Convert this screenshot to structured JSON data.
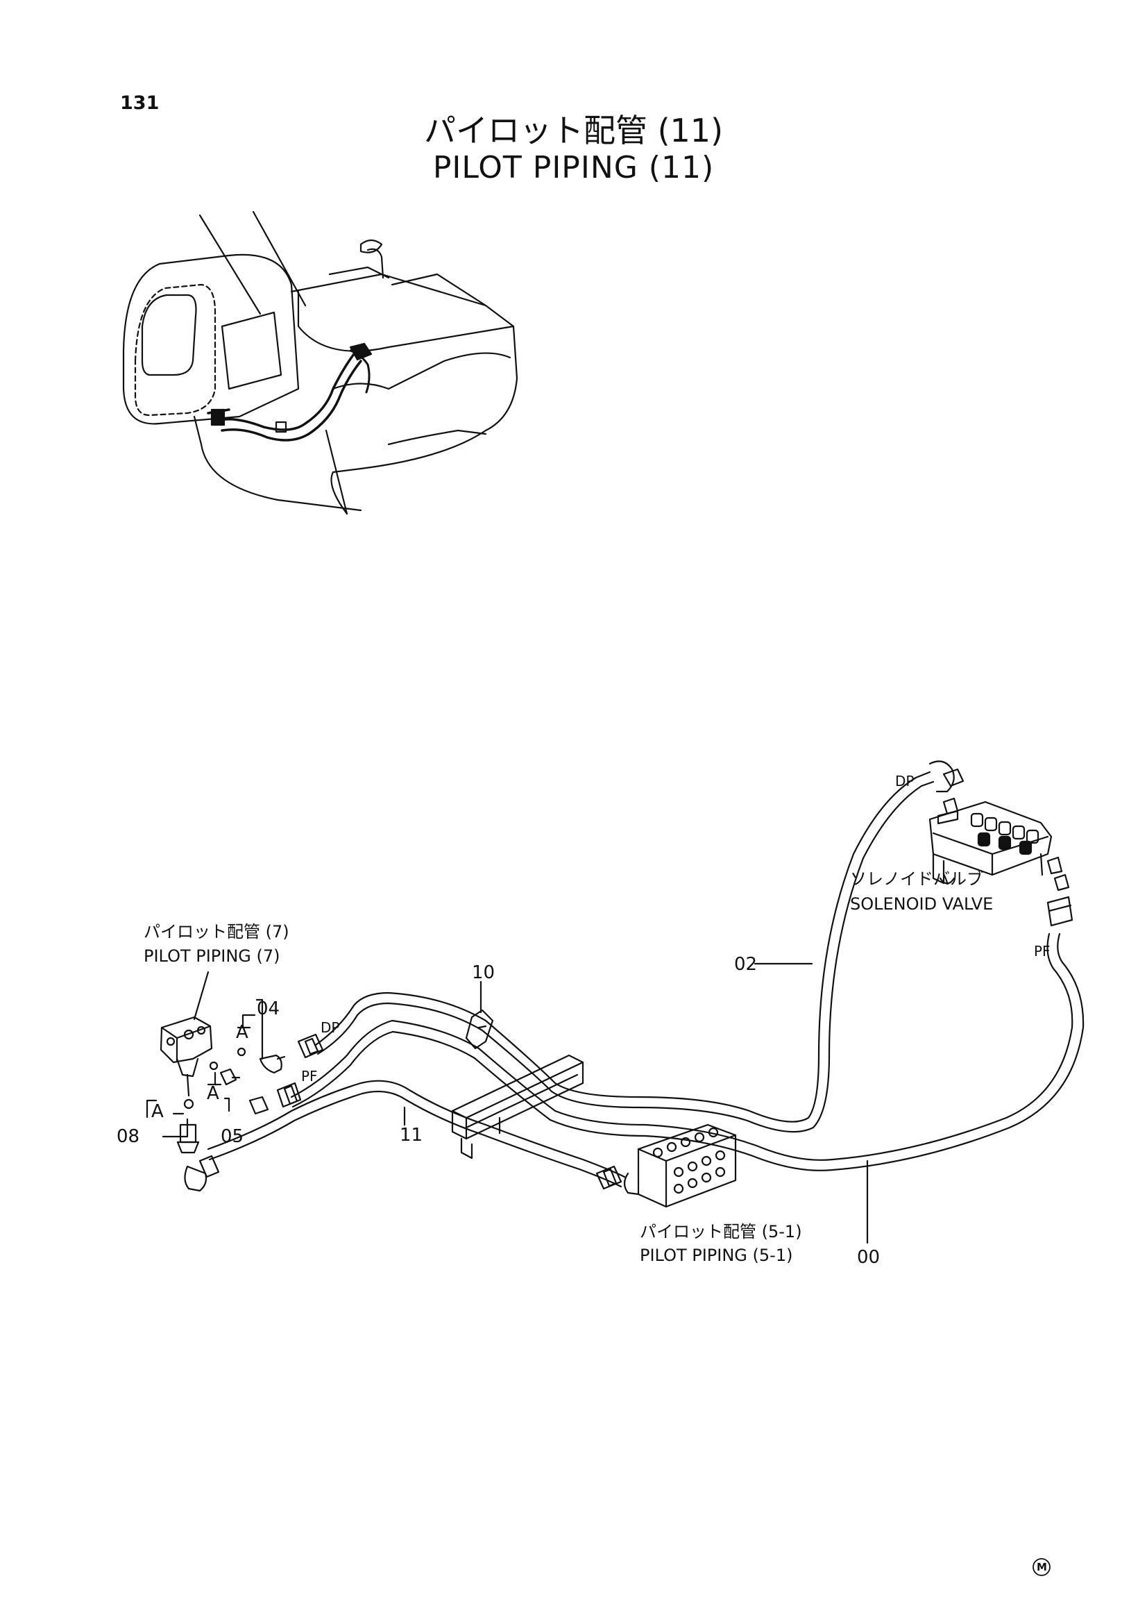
{
  "page": {
    "number": "131",
    "title_jp": "パイロット配管 (11)",
    "title_en": "PILOT PIPING (11)"
  },
  "labels": {
    "pilot_piping_7_jp": "パイロット配管 (7)",
    "pilot_piping_7_en": "PILOT PIPING (7)",
    "pilot_piping_5_1_jp": "パイロット配管 (5-1)",
    "pilot_piping_5_1_en": "PILOT PIPING (5-1)",
    "solenoid_valve_jp": "ソレノイドバルブ",
    "solenoid_valve_en": "SOLENOID VALVE"
  },
  "part_numbers": {
    "p00": "00",
    "p02": "02",
    "p04": "04",
    "p05": "05",
    "p08": "08",
    "p10": "10",
    "p11": "11"
  },
  "ports": {
    "dp_top": "DP",
    "pf_right": "PF",
    "dp_left": "DP",
    "pf_left": "PF"
  },
  "detail_markers": {
    "a1": "A",
    "a2": "A",
    "a3": "A"
  },
  "footer_mark": "M"
}
